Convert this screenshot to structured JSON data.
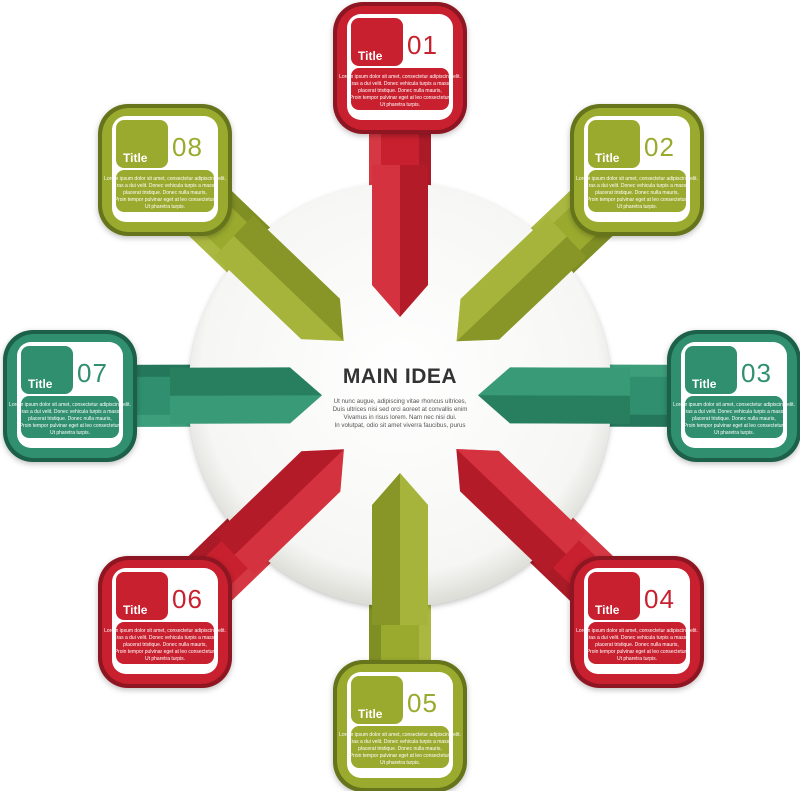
{
  "main": {
    "title": "MAIN IDEA",
    "lines": [
      "Ut nunc augue, adipiscing vitae rhoncus ultrices,",
      "Duis ultrices nisi sed orci aoreet at convallis enim",
      "Vivamus in risus lorem. Nam nec nisi dui.",
      "In volutpat, odio sit amet viverra faucibus, purus"
    ]
  },
  "items": [
    {
      "number": "01",
      "title": "Title",
      "color": "red",
      "lines": [
        "Lorem ipsum dolor sit amet, consectetur adipiscing elit.",
        "Cras a dui velit. Donec vehicula turpis a massa",
        "placerat tristique. Donec nulla mauris,",
        "Proin tempor pulvinar eget at leo consectetur,",
        "Ut pharetra turpis."
      ]
    },
    {
      "number": "02",
      "title": "Title",
      "color": "olive",
      "lines": [
        "Lorem ipsum dolor sit amet, consectetur adipiscing elit.",
        "Cras a dui velit. Donec vehicula turpis a massa",
        "placerat tristique. Donec nulla mauris,",
        "Proin tempor pulvinar eget at leo consectetur,",
        "Ut pharetra turpis."
      ]
    },
    {
      "number": "03",
      "title": "Title",
      "color": "teal",
      "lines": [
        "Lorem ipsum dolor sit amet, consectetur adipiscing elit.",
        "Cras a dui velit. Donec vehicula turpis a massa",
        "placerat tristique. Donec nulla mauris,",
        "Proin tempor pulvinar eget at leo consectetur,",
        "Ut pharetra turpis."
      ]
    },
    {
      "number": "04",
      "title": "Title",
      "color": "red",
      "lines": [
        "Lorem ipsum dolor sit amet, consectetur adipiscing elit.",
        "Cras a dui velit. Donec vehicula turpis a massa",
        "placerat tristique. Donec nulla mauris,",
        "Proin tempor pulvinar eget at leo consectetur,",
        "Ut pharetra turpis."
      ]
    },
    {
      "number": "05",
      "title": "Title",
      "color": "olive",
      "lines": [
        "Lorem ipsum dolor sit amet, consectetur adipiscing elit.",
        "Cras a dui velit. Donec vehicula turpis a massa",
        "placerat tristique. Donec nulla mauris,",
        "Proin tempor pulvinar eget at leo consectetur,",
        "Ut pharetra turpis."
      ]
    },
    {
      "number": "06",
      "title": "Title",
      "color": "red",
      "lines": [
        "Lorem ipsum dolor sit amet, consectetur adipiscing elit.",
        "Cras a dui velit. Donec vehicula turpis a massa",
        "placerat tristique. Donec nulla mauris,",
        "Proin tempor pulvinar eget at leo consectetur,",
        "Ut pharetra turpis."
      ]
    },
    {
      "number": "07",
      "title": "Title",
      "color": "teal",
      "lines": [
        "Lorem ipsum dolor sit amet, consectetur adipiscing elit.",
        "Cras a dui velit. Donec vehicula turpis a massa",
        "placerat tristique. Donec nulla mauris,",
        "Proin tempor pulvinar eget at leo consectetur,",
        "Ut pharetra turpis."
      ]
    },
    {
      "number": "08",
      "title": "Title",
      "color": "olive",
      "lines": [
        "Lorem ipsum dolor sit amet, consectetur adipiscing elit.",
        "Cras a dui velit. Donec vehicula turpis a massa",
        "placerat tristique. Donec nulla mauris,",
        "Proin tempor pulvinar eget at leo consectetur,",
        "Ut pharetra turpis."
      ]
    }
  ],
  "palette": {
    "red": {
      "base": "#c8202e",
      "dark": "#8e1420",
      "light": "#e04a52"
    },
    "olive": {
      "base": "#9aaa2e",
      "dark": "#66741a",
      "light": "#b6c24e"
    },
    "teal": {
      "base": "#2f8f6e",
      "dark": "#1c6048",
      "light": "#47a985"
    }
  }
}
